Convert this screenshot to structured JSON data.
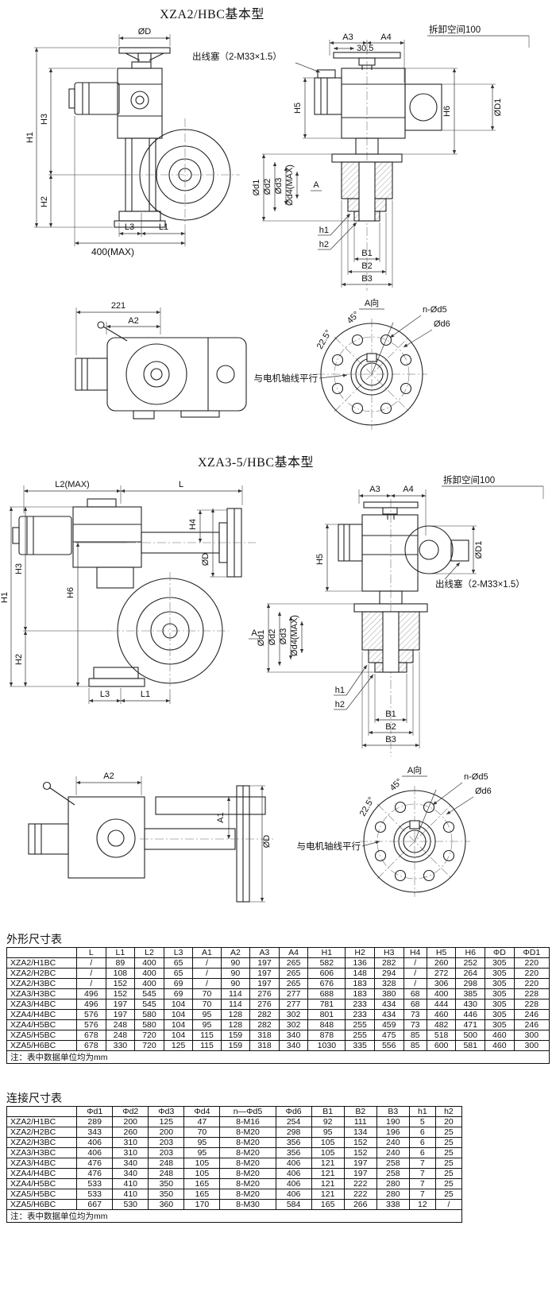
{
  "s1": {
    "title": "XZA2/HBC基本型",
    "fv": {
      "d": "ØD",
      "h1": "H1",
      "h3": "H3",
      "h2": "H2",
      "l3": "L3",
      "l1": "L1",
      "max400": "400(MAX)"
    },
    "sv": {
      "a3": "A3",
      "a4": "A4",
      "n305": "30.5",
      "space": "拆卸空间100",
      "plug": "出线塞（2-M33×1.5）",
      "h5": "H5",
      "h6": "H6",
      "dD1": "ØD1",
      "d1": "Ød1",
      "d2": "Ød2",
      "d3": "Ød3",
      "d4": "Ød4(MAX)",
      "a": "A",
      "hh1": "h1",
      "hh2": "h2",
      "b1": "B1",
      "b2": "B2",
      "b3": "B3"
    },
    "tv": {
      "w221": "221",
      "a2": "A2"
    },
    "fl": {
      "av": "A向",
      "nd5": "n-Ød5",
      "d6": "Ød6",
      "a45": "45°",
      "a225": "22.5°",
      "par": "与电机轴线平行"
    }
  },
  "s2": {
    "title": "XZA3-5/HBC基本型",
    "fv": {
      "l2": "L2(MAX)",
      "l": "L",
      "h4": "H4",
      "d": "ØD",
      "h1": "H1",
      "h3": "H3",
      "h6": "H6",
      "h2": "H2",
      "l3": "L3",
      "l1": "L1"
    },
    "sv": {
      "a3": "A3",
      "a4": "A4",
      "space": "拆卸空间100",
      "dD1": "ØD1",
      "h5": "H5",
      "plug": "出线塞（2-M33×1.5）",
      "d1": "Ød1",
      "d2": "Ød2",
      "d3": "Ød3",
      "d4": "Ød4(MAX)",
      "a": "A",
      "hh1": "h1",
      "hh2": "h2",
      "b1": "B1",
      "b2": "B2",
      "b3": "B3"
    },
    "tv": {
      "a2": "A2",
      "a1": "A1",
      "d": "ØD"
    },
    "fl": {
      "av": "A向",
      "nd5": "n-Ød5",
      "d6": "Ød6",
      "a45": "45°",
      "a225": "22.5°",
      "par": "与电机轴线平行"
    }
  },
  "t1": {
    "title": "外形尺寸表",
    "headers": [
      "",
      "L",
      "L1",
      "L2",
      "L3",
      "A1",
      "A2",
      "A3",
      "A4",
      "H1",
      "H2",
      "H3",
      "H4",
      "H5",
      "H6",
      "ΦD",
      "ΦD1"
    ],
    "rows": [
      [
        "XZA2/H1BC",
        "/",
        "89",
        "400",
        "65",
        "/",
        "90",
        "197",
        "265",
        "582",
        "136",
        "282",
        "/",
        "260",
        "252",
        "305",
        "220"
      ],
      [
        "XZA2/H2BC",
        "/",
        "108",
        "400",
        "65",
        "/",
        "90",
        "197",
        "265",
        "606",
        "148",
        "294",
        "/",
        "272",
        "264",
        "305",
        "220"
      ],
      [
        "XZA2/H3BC",
        "/",
        "152",
        "400",
        "69",
        "/",
        "90",
        "197",
        "265",
        "676",
        "183",
        "328",
        "/",
        "306",
        "298",
        "305",
        "220"
      ],
      [
        "XZA3/H3BC",
        "496",
        "152",
        "545",
        "69",
        "70",
        "114",
        "276",
        "277",
        "688",
        "183",
        "380",
        "68",
        "400",
        "385",
        "305",
        "228"
      ],
      [
        "XZA3/H4BC",
        "496",
        "197",
        "545",
        "104",
        "70",
        "114",
        "276",
        "277",
        "781",
        "233",
        "434",
        "68",
        "444",
        "430",
        "305",
        "228"
      ],
      [
        "XZA4/H4BC",
        "576",
        "197",
        "580",
        "104",
        "95",
        "128",
        "282",
        "302",
        "801",
        "233",
        "434",
        "73",
        "460",
        "446",
        "305",
        "246"
      ],
      [
        "XZA4/H5BC",
        "576",
        "248",
        "580",
        "104",
        "95",
        "128",
        "282",
        "302",
        "848",
        "255",
        "459",
        "73",
        "482",
        "471",
        "305",
        "246"
      ],
      [
        "XZA5/H5BC",
        "678",
        "248",
        "720",
        "104",
        "115",
        "159",
        "318",
        "340",
        "878",
        "255",
        "475",
        "85",
        "518",
        "500",
        "460",
        "300"
      ],
      [
        "XZA5/H6BC",
        "678",
        "330",
        "720",
        "125",
        "115",
        "159",
        "318",
        "340",
        "1030",
        "335",
        "556",
        "85",
        "600",
        "581",
        "460",
        "300"
      ]
    ],
    "note": "注：表中数据单位均为mm"
  },
  "t2": {
    "title": "连接尺寸表",
    "headers": [
      "",
      "Φd1",
      "Φd2",
      "Φd3",
      "Φd4",
      "n—Φd5",
      "Φd6",
      "B1",
      "B2",
      "B3",
      "h1",
      "h2"
    ],
    "rows": [
      [
        "XZA2/H1BC",
        "289",
        "200",
        "125",
        "47",
        "8-M16",
        "254",
        "92",
        "111",
        "190",
        "5",
        "20"
      ],
      [
        "XZA2/H2BC",
        "343",
        "260",
        "200",
        "70",
        "8-M20",
        "298",
        "95",
        "134",
        "196",
        "6",
        "25"
      ],
      [
        "XZA2/H3BC",
        "406",
        "310",
        "203",
        "95",
        "8-M20",
        "356",
        "105",
        "152",
        "240",
        "6",
        "25"
      ],
      [
        "XZA3/H3BC",
        "406",
        "310",
        "203",
        "95",
        "8-M20",
        "356",
        "105",
        "152",
        "240",
        "6",
        "25"
      ],
      [
        "XZA3/H4BC",
        "476",
        "340",
        "248",
        "105",
        "8-M20",
        "406",
        "121",
        "197",
        "258",
        "7",
        "25"
      ],
      [
        "XZA4/H4BC",
        "476",
        "340",
        "248",
        "105",
        "8-M20",
        "406",
        "121",
        "197",
        "258",
        "7",
        "25"
      ],
      [
        "XZA4/H5BC",
        "533",
        "410",
        "350",
        "165",
        "8-M20",
        "406",
        "121",
        "222",
        "280",
        "7",
        "25"
      ],
      [
        "XZA5/H5BC",
        "533",
        "410",
        "350",
        "165",
        "8-M20",
        "406",
        "121",
        "222",
        "280",
        "7",
        "25"
      ],
      [
        "XZA5/H6BC",
        "667",
        "530",
        "360",
        "170",
        "8-M30",
        "584",
        "165",
        "266",
        "338",
        "12",
        "/"
      ]
    ],
    "note": "注：表中数据单位均为mm"
  }
}
